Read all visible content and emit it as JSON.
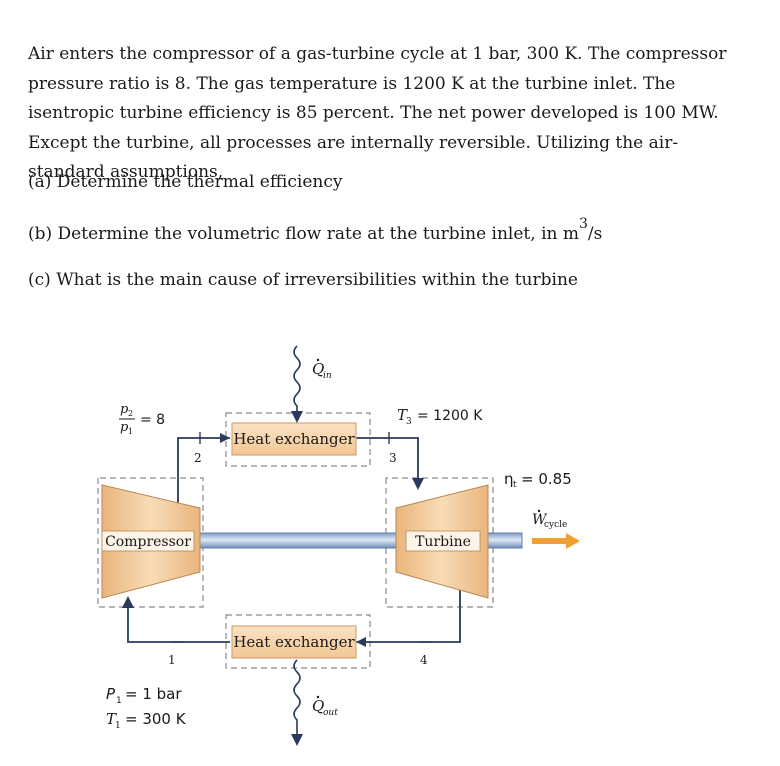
{
  "problem": {
    "intro": "Air enters the compressor of a gas-turbine cycle at 1 bar, 300 K. The compressor pressure ratio is 8. The gas temperature is 1200 K at the turbine inlet. The isentropic turbine efficiency is 85 percent. The net power developed is 100 MW. Except the turbine, all processes are internally reversible. Utilizing the air-standard assumptions,",
    "part_a": "(a) Determine the thermal efficiency",
    "part_b_text": "(b) Determine the volumetric flow rate at the turbine inlet, in m",
    "part_b_superscript": "3",
    "part_b_suffix": "/s",
    "part_c": "(c) What is the main cause of irreversibilities within the turbine"
  },
  "diagram": {
    "pressure_ratio_num": "p",
    "pressure_ratio_num_sub": "2",
    "pressure_ratio_den": "p",
    "pressure_ratio_den_sub": "1",
    "pressure_ratio_value": "= 8",
    "heat_exchanger_top": "Heat exchanger",
    "heat_exchanger_bottom": "Heat exchanger",
    "compressor": "Compressor",
    "turbine": "Turbine",
    "state_1": "1",
    "state_2": "2",
    "state_3": "3",
    "state_4": "4",
    "q_in": "Q",
    "q_in_sub": "in",
    "q_out": "Q",
    "q_out_sub": "out",
    "t3_sym": "T",
    "t3_sub": "3",
    "t3_value": "= 1200 K",
    "eta_sym": "η",
    "eta_sub": "t",
    "eta_value": "= 0.85",
    "w_cycle": "W",
    "w_cycle_sub": "cycle",
    "p1_sym": "P",
    "p1_sub": "1",
    "p1_value": "= 1 bar",
    "t1_sym": "T",
    "t1_sub": "1",
    "t1_value": "= 300 K"
  },
  "colors": {
    "component_fill": "#f5cfa0",
    "component_edge": "#d9a873",
    "shaft": "#a9c2e0",
    "arrow_orange": "#f0a030",
    "flow_line": "#2a3a5c",
    "control_volume": "#8a8a8a"
  }
}
